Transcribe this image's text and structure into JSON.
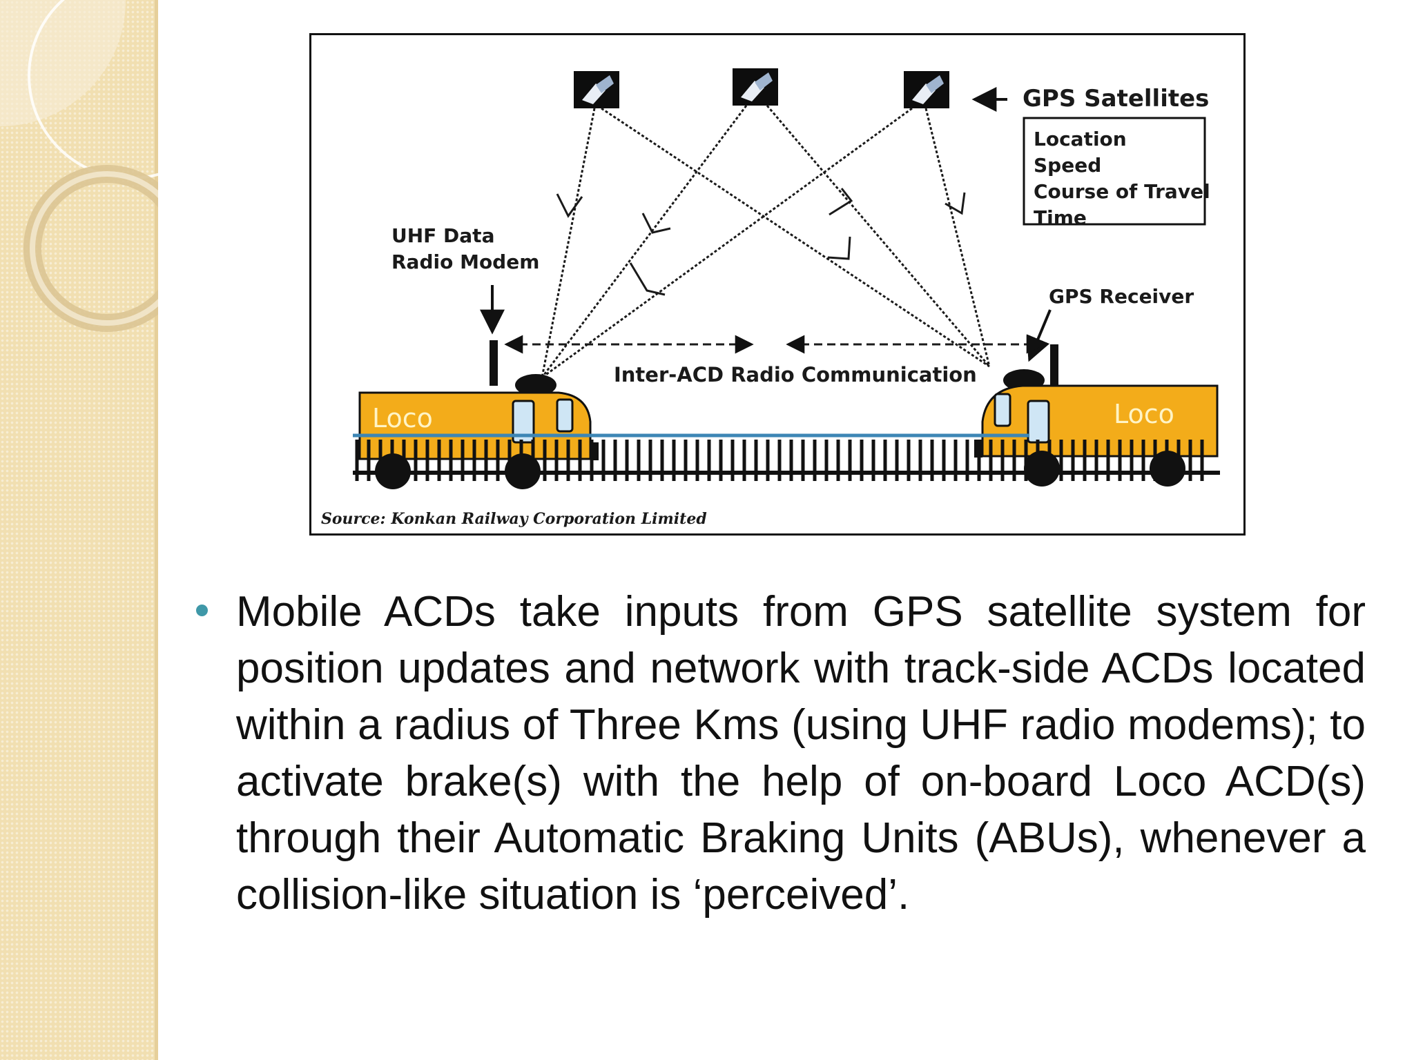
{
  "figure": {
    "gps_satellites_label": "GPS Satellites",
    "gps_info_lines": [
      "Location",
      "Speed",
      "Course of Travel",
      "Time"
    ],
    "uhf_label_lines": [
      "UHF Data",
      "Radio Modem"
    ],
    "gps_receiver_label": "GPS Receiver",
    "inter_acd_label": "Inter-ACD Radio Communication",
    "loco_left_label": "Loco",
    "loco_right_label": "Loco",
    "source_label": "Source: Konkan Railway Corporation Limited"
  },
  "bullet": {
    "text": "Mobile ACDs take inputs from GPS satellite system for position updates and network with track-side ACDs located within a radius of Three Kms (using UHF radio modems); to activate brake(s) with the help of on-board Loco ACD(s) through their Automatic Braking Units (ABUs), whenever a collision-like situation is ‘perceived’."
  },
  "colors": {
    "side_band": "#f1dfb1",
    "loco_body": "#f3ac1a",
    "bullet_accent": "#3f98a8",
    "rail_line": "#3d86b5"
  }
}
